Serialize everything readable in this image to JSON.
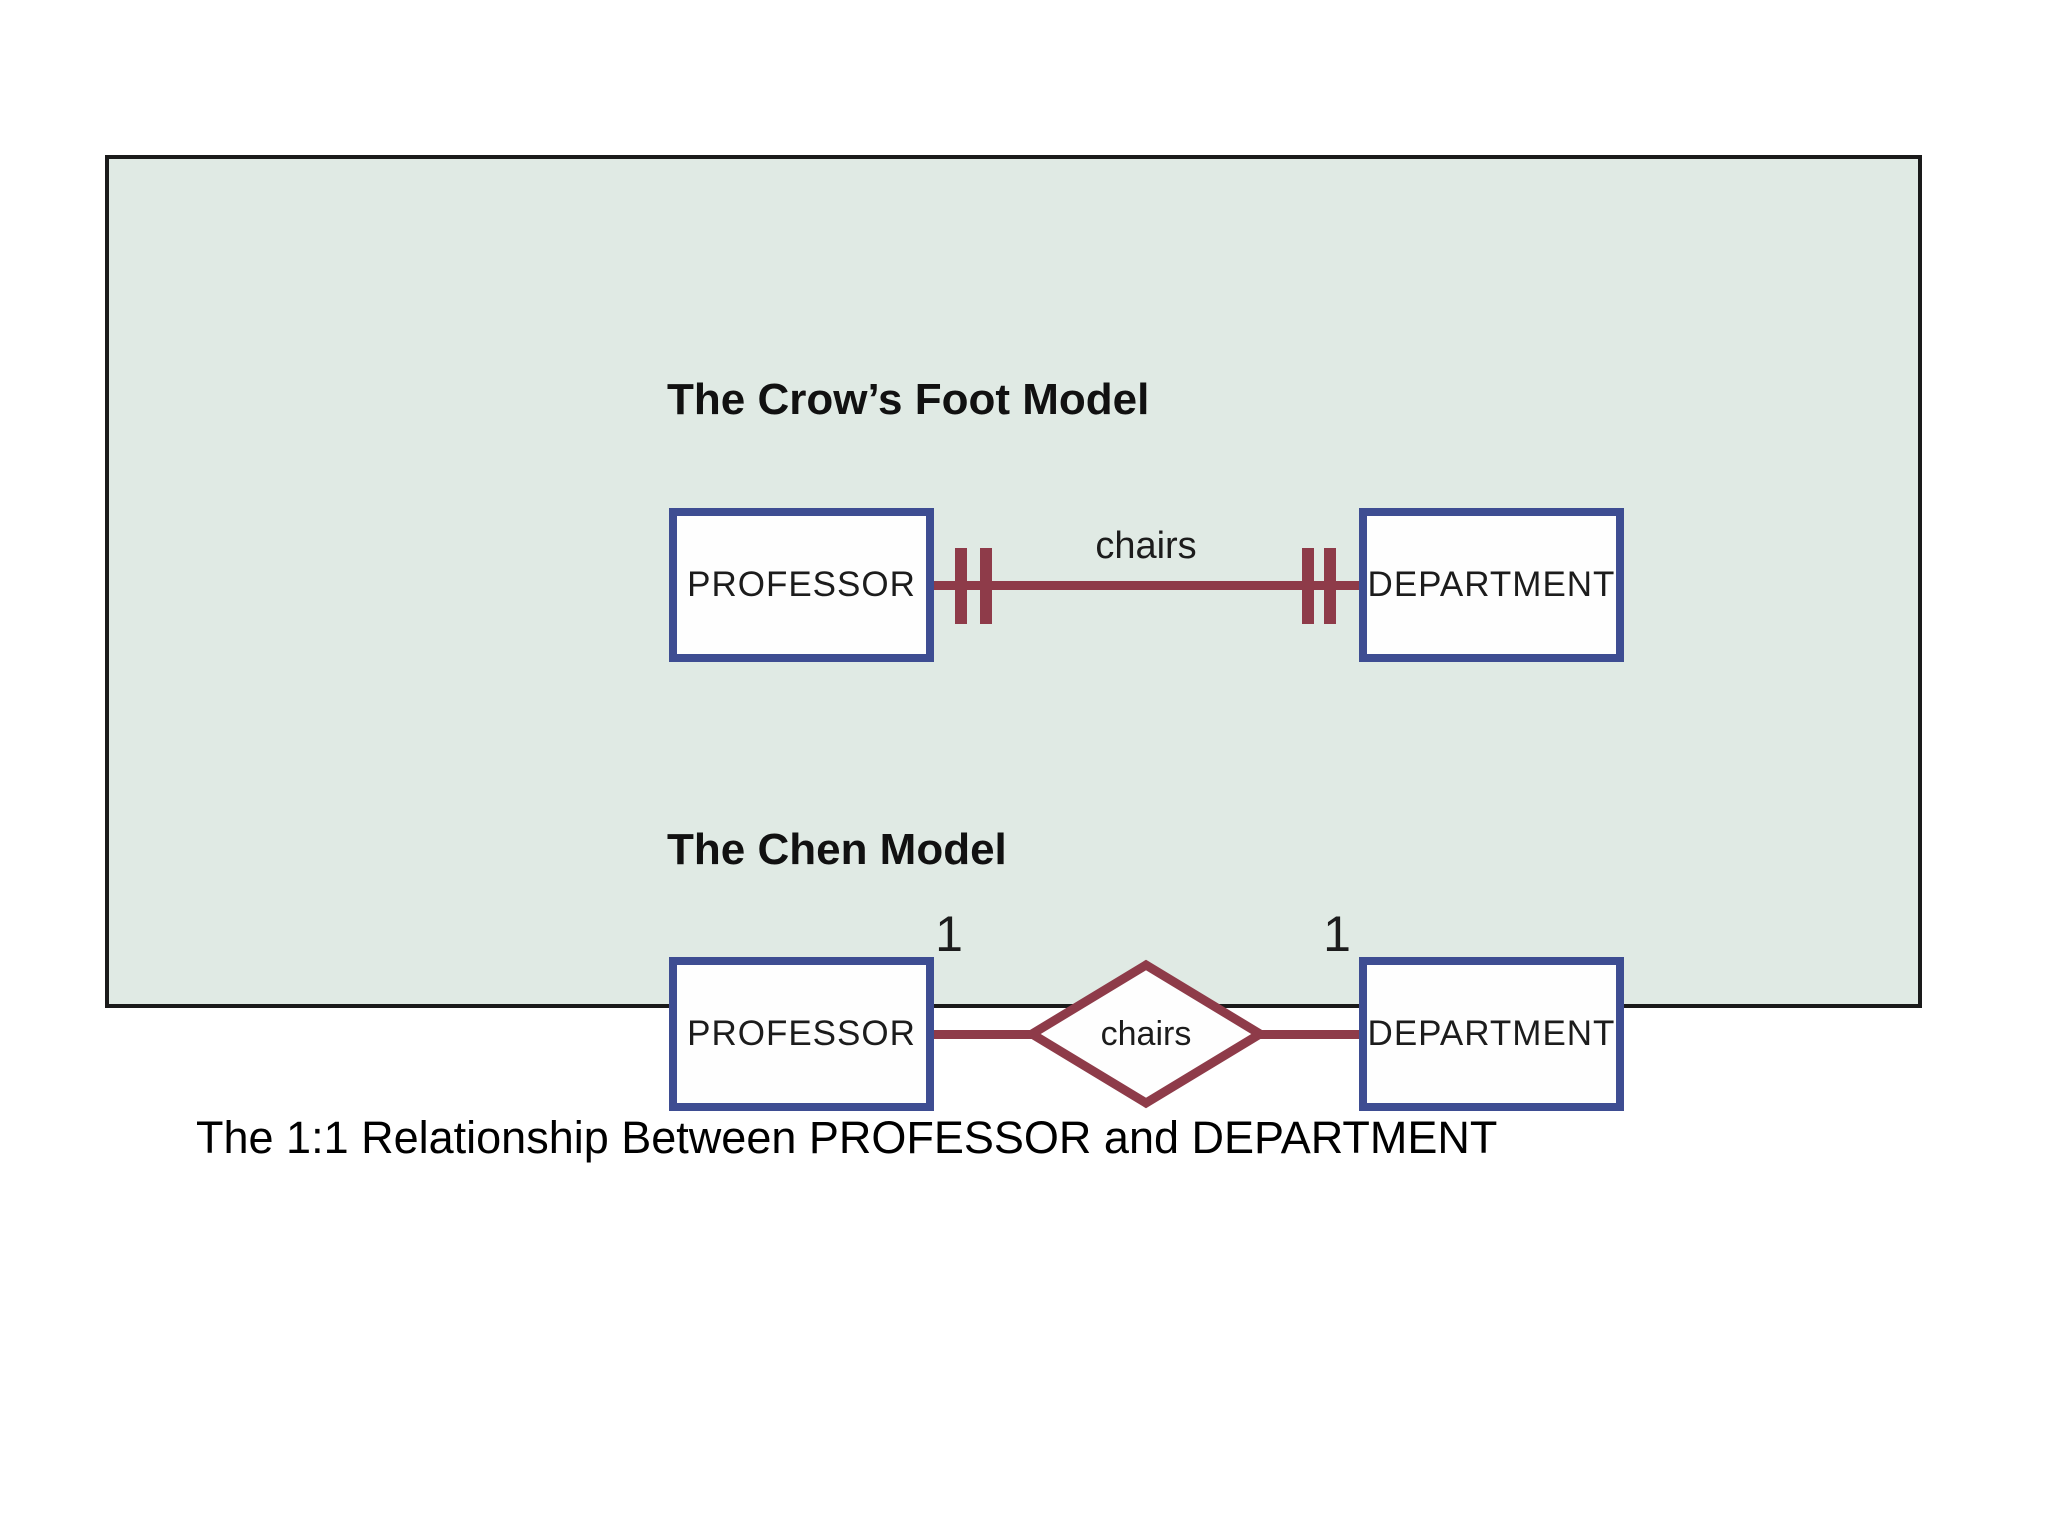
{
  "colors": {
    "page_background": "#ffffff",
    "panel_background": "#e0eae4",
    "panel_border": "#1a1a1a",
    "entity_border": "#3e4d92",
    "entity_fill": "#fefefe",
    "relationship_line": "#8e3b49",
    "text": "#111111"
  },
  "crows_foot_model": {
    "title": "The Crow’s Foot Model",
    "left_entity": "PROFESSOR",
    "right_entity": "DEPARTMENT",
    "relationship_label": "chairs",
    "left_cardinality_icon": "one-and-only-one-double-tick",
    "right_cardinality_icon": "one-and-only-one-double-tick"
  },
  "chen_model": {
    "title": "The Chen Model",
    "left_entity": "PROFESSOR",
    "right_entity": "DEPARTMENT",
    "relationship_label": "chairs",
    "left_cardinality": "1",
    "right_cardinality": "1"
  },
  "caption": "The 1:1 Relationship Between PROFESSOR and DEPARTMENT"
}
